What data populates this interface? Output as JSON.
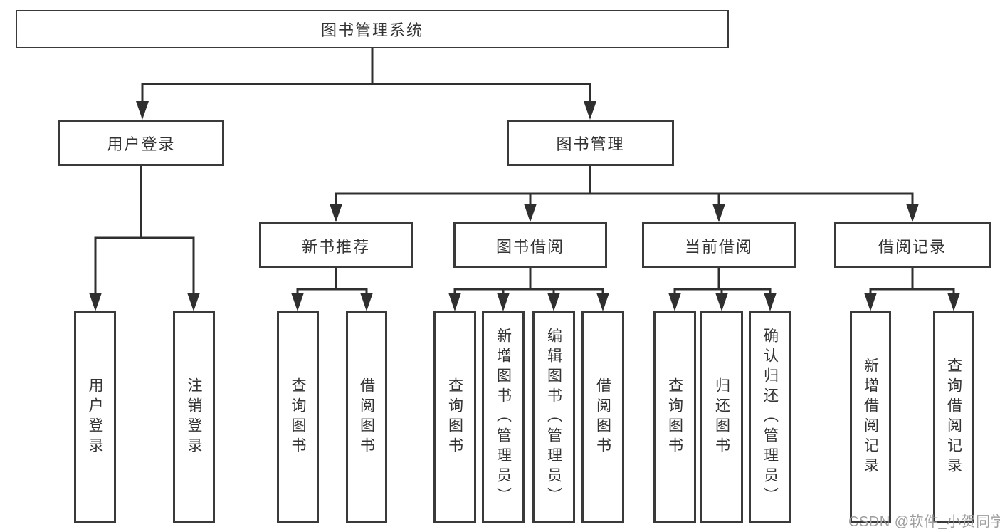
{
  "diagram": {
    "title": "图书管理系统",
    "user_login": {
      "label": "用户登录",
      "children": {
        "login": "用户登录",
        "logout": "注销登录"
      }
    },
    "book_management": {
      "label": "图书管理",
      "new_books": {
        "label": "新书推荐",
        "children": {
          "query": "查询图书",
          "borrow": "借阅图书"
        }
      },
      "borrowing": {
        "label": "图书借阅",
        "children": {
          "query": "查询图书",
          "add": "新增图书（管理员）",
          "edit": "编辑图书（管理员）",
          "borrow": "借阅图书"
        }
      },
      "current": {
        "label": "当前借阅",
        "children": {
          "query": "查询图书",
          "return": "归还图书",
          "confirm": "确认归还（管理员）"
        }
      },
      "records": {
        "label": "借阅记录",
        "children": {
          "add": "新增借阅记录",
          "query": "查询借阅记录"
        }
      }
    }
  },
  "watermark": "CSDN @软件_小贺同学",
  "colors": {
    "background": "#ffffff",
    "line": "#2f2f2f",
    "box_border": "#3a3a3a",
    "text": "#333333",
    "watermark": "#9e9e9e"
  }
}
